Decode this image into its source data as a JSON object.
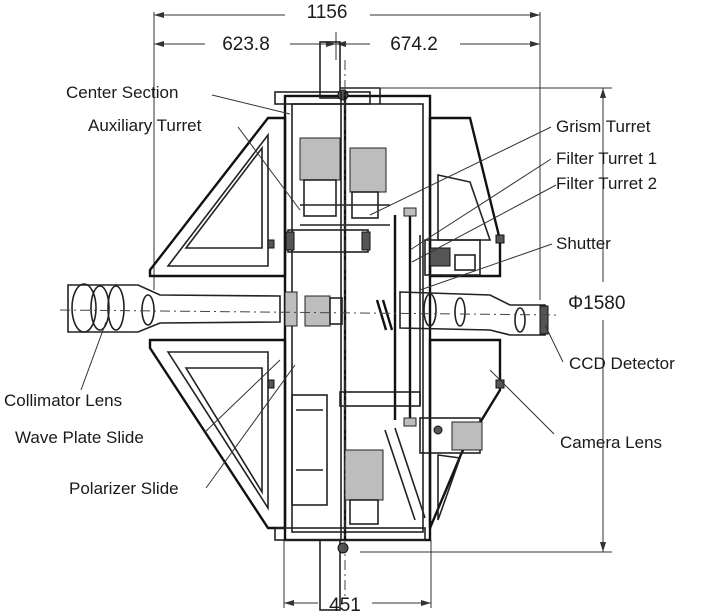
{
  "dimensions": {
    "overall_width": "1156",
    "left_width": "623.8",
    "right_width": "674.2",
    "bottom_width": "451",
    "diameter": "Φ1580"
  },
  "labels": {
    "center_section": "Center Section",
    "auxiliary_turret": "Auxiliary Turret",
    "grism_turret": "Grism Turret",
    "filter_turret_1": "Filter Turret 1",
    "filter_turret_2": "Filter Turret 2",
    "shutter": "Shutter",
    "ccd_detector": "CCD Detector",
    "collimator_lens": "Collimator Lens",
    "wave_plate_slide": "Wave Plate Slide",
    "camera_lens": "Camera Lens",
    "polarizer_slide": "Polarizer Slide"
  }
}
